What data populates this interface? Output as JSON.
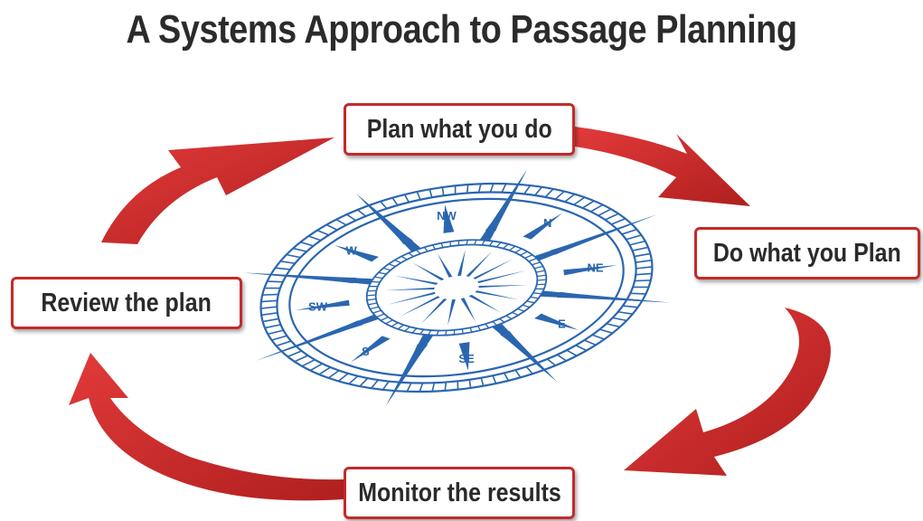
{
  "title": "A Systems Approach to Passage Planning",
  "steps": [
    {
      "label": "Plan what you do"
    },
    {
      "label": "Do what you Plan"
    },
    {
      "label": "Monitor the results"
    },
    {
      "label": "Review the plan"
    }
  ],
  "compass": {
    "labels": {
      "n": "NW",
      "ne": "N",
      "e": "NE",
      "se": "E",
      "s": "SE",
      "sw": "S",
      "w": "SW",
      "nw": "W"
    },
    "color": "#2a66b0"
  },
  "colors": {
    "arrow": "#d42c2c",
    "arrow_dark": "#a51d1d",
    "box_border": "#c42a2a",
    "title": "#2b2b2b"
  }
}
